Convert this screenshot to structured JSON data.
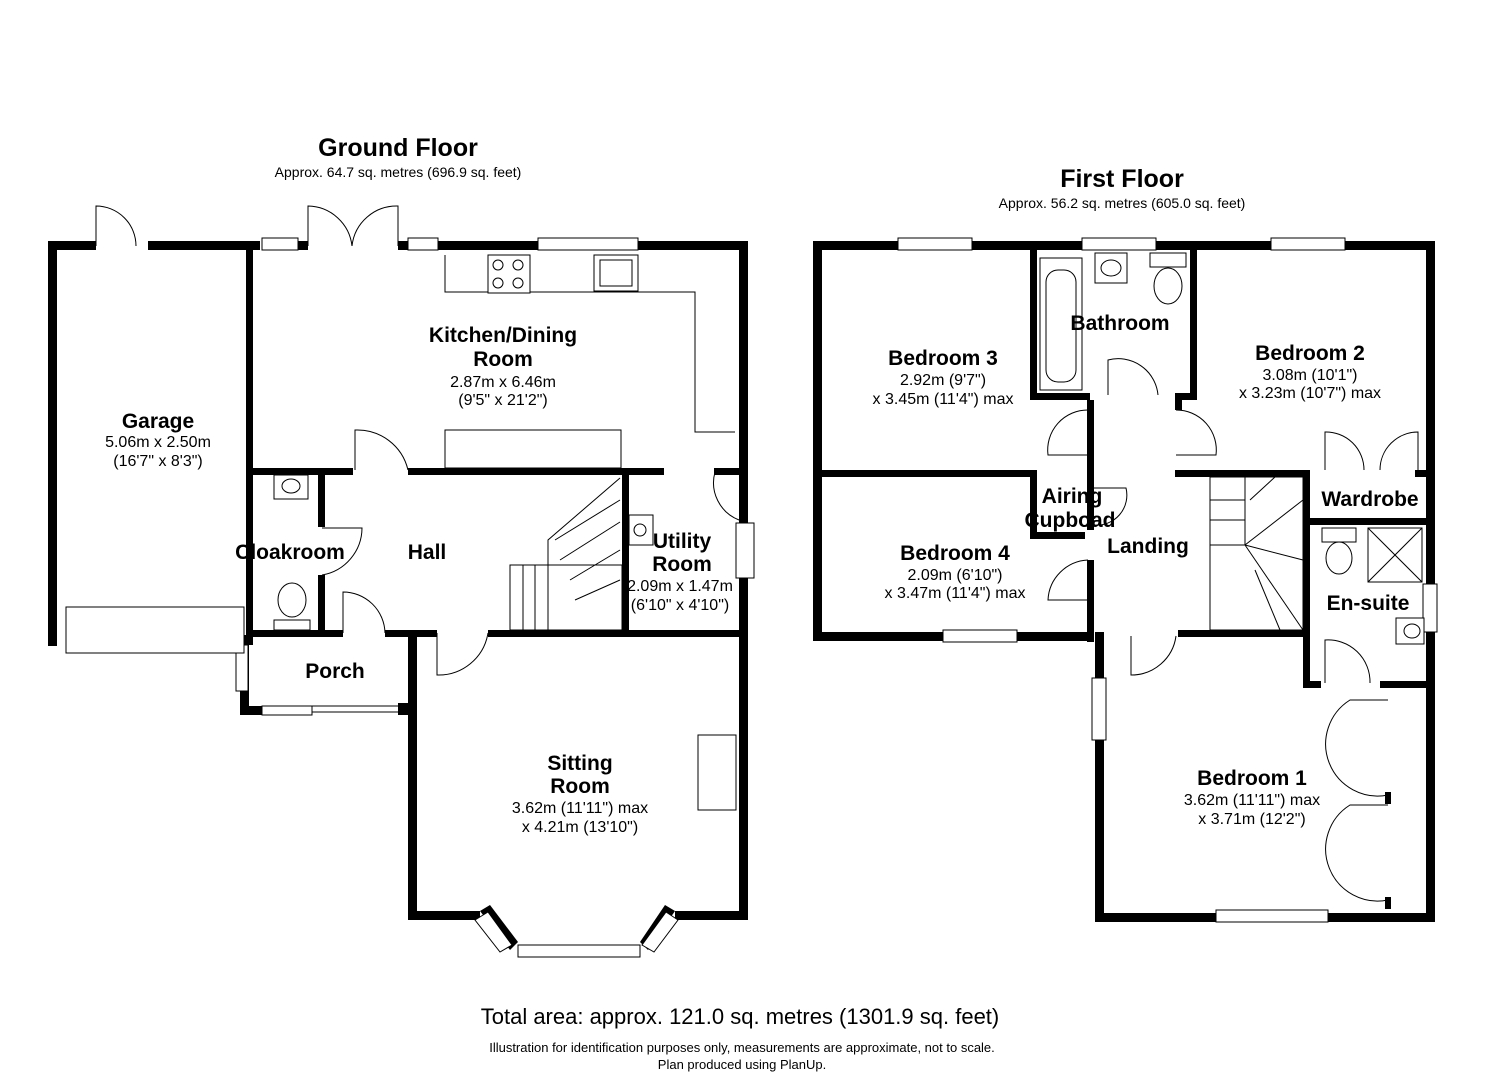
{
  "ground_floor": {
    "title": "Ground Floor",
    "area": "Approx. 64.7 sq. metres (696.9 sq. feet)",
    "rooms": {
      "garage": {
        "name": [
          "Garage"
        ],
        "dims": [
          "5.06m x 2.50m",
          "(16'7\" x 8'3\")"
        ]
      },
      "kitchen": {
        "name": [
          "Kitchen/Dining",
          "Room"
        ],
        "dims": [
          "2.87m x 6.46m",
          "(9'5\" x 21'2\")"
        ]
      },
      "cloakroom": {
        "name": [
          "Cloakroom"
        ],
        "dims": []
      },
      "hall": {
        "name": [
          "Hall"
        ],
        "dims": []
      },
      "utility": {
        "name": [
          "Utility",
          "Room"
        ],
        "dims": [
          "2.09m x 1.47m",
          "(6'10\" x 4'10\")"
        ]
      },
      "porch": {
        "name": [
          "Porch"
        ],
        "dims": []
      },
      "sitting": {
        "name": [
          "Sitting",
          "Room"
        ],
        "dims": [
          "3.62m (11'11\") max",
          "x 4.21m (13'10\")"
        ]
      }
    }
  },
  "first_floor": {
    "title": "First Floor",
    "area": "Approx. 56.2 sq. metres (605.0 sq. feet)",
    "rooms": {
      "bed3": {
        "name": [
          "Bedroom 3"
        ],
        "dims": [
          "2.92m (9'7\")",
          "x 3.45m (11'4\") max"
        ]
      },
      "bathroom": {
        "name": [
          "Bathroom"
        ],
        "dims": []
      },
      "bed2": {
        "name": [
          "Bedroom 2"
        ],
        "dims": [
          "3.08m (10'1\")",
          "x 3.23m (10'7\") max"
        ]
      },
      "airing": {
        "name": [
          "Airing",
          "Cupboad"
        ],
        "dims": []
      },
      "wardrobe": {
        "name": [
          "Wardrobe"
        ],
        "dims": []
      },
      "landing": {
        "name": [
          "Landing"
        ],
        "dims": []
      },
      "bed4": {
        "name": [
          "Bedroom 4"
        ],
        "dims": [
          "2.09m (6'10\")",
          "x 3.47m (11'4\") max"
        ]
      },
      "ensuite": {
        "name": [
          "En-suite"
        ],
        "dims": []
      },
      "bed1": {
        "name": [
          "Bedroom 1"
        ],
        "dims": [
          "3.62m (11'11\") max",
          "x 3.71m (12'2\")"
        ]
      }
    }
  },
  "footer": {
    "total": "Total area: approx. 121.0 sq. metres (1301.9 sq. feet)",
    "disclaimer": "Illustration for identification purposes only, measurements are approximate, not to scale.",
    "produced": "Plan produced using PlanUp."
  }
}
